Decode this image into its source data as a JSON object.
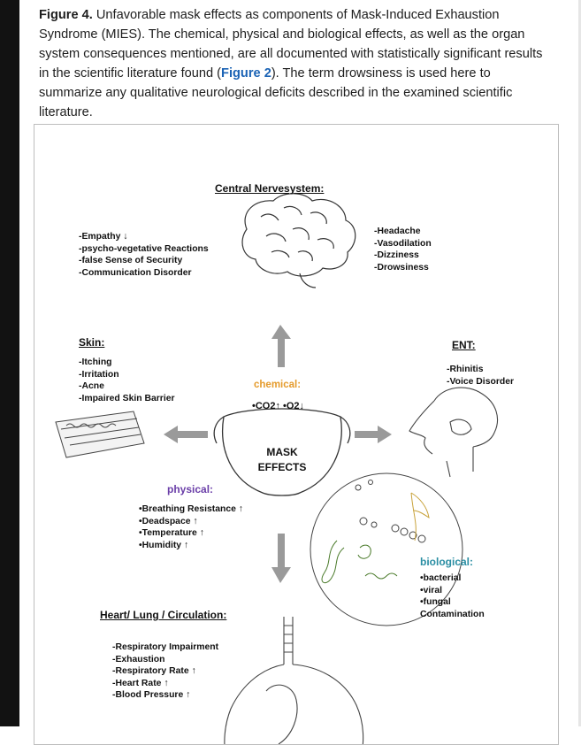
{
  "caption": {
    "figure_label": "Figure 4.",
    "text_part1": " Unfavorable mask effects as components of Mask-Induced Exhaustion Syndrome (MIES). The chemical, physical and biological effects, as well as the organ system consequences mentioned, are all documented with statistically significant results in the scientific literature found (",
    "link": "Figure 2",
    "text_part2": "). The term drowsiness is used here to summarize any qualitative neurological deficits described in the examined scientific literature."
  },
  "cns": {
    "title": "Central Nervesystem:",
    "left": [
      "-Empathy ↓",
      "-psycho-vegetative Reactions",
      "-false Sense of Security",
      "-Communication Disorder"
    ],
    "right": [
      "-Headache",
      "-Vasodilation",
      "-Dizziness",
      "-Drowsiness"
    ]
  },
  "skin": {
    "title": "Skin:",
    "items": [
      "-Itching",
      "-Irritation",
      "-Acne",
      "-Impaired Skin Barrier"
    ]
  },
  "ent": {
    "title": "ENT:",
    "items": [
      "-Rhinitis",
      "-Voice Disorder"
    ]
  },
  "chemical": {
    "title": "chemical:",
    "items": "•CO2↑  •O2↓"
  },
  "mask": {
    "line1": "MASK",
    "line2": "EFFECTS"
  },
  "physical": {
    "title": "physical:",
    "items": [
      "•Breathing Resistance ↑",
      "•Deadspace ↑",
      "•Temperature ↑",
      "•Humidity ↑"
    ]
  },
  "biological": {
    "title": "biological:",
    "items": [
      "•bacterial",
      "•viral",
      "•fungal",
      "Contamination"
    ]
  },
  "heart": {
    "title": "Heart/ Lung / Circulation:",
    "items": [
      "-Respiratory Impairment",
      "-Exhaustion",
      "-Respiratory Rate ↑",
      "-Heart Rate ↑",
      "-Blood Pressure ↑"
    ]
  },
  "colors": {
    "chemical": "#e59b2c",
    "physical": "#6a3ea8",
    "biological": "#2a8ea3",
    "arrow": "#9a9a9a"
  }
}
